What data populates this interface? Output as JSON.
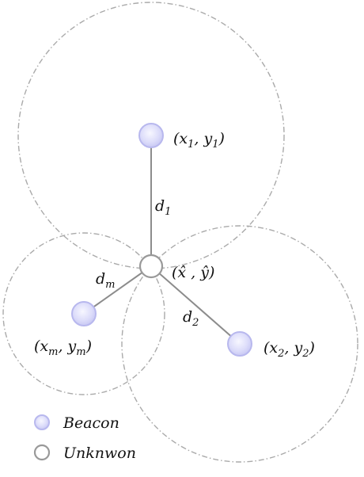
{
  "colors": {
    "beacon_fill": "#d6d6f7",
    "beacon_stroke": "#b8b8ee",
    "unknown_stroke": "#999999",
    "range_circle": "#aaaaaa",
    "link_line": "#8c8c8c"
  },
  "nodes": {
    "unknown": {
      "label": "(x̂ , ŷ)"
    },
    "beacon_1": {
      "label_open": "(x",
      "label_sub_x": "1",
      "label_mid": ", y",
      "label_sub_y": "1",
      "label_close": ")"
    },
    "beacon_2": {
      "label_open": "(x",
      "label_sub_x": "2",
      "label_mid": ", y",
      "label_sub_y": "2",
      "label_close": ")"
    },
    "beacon_m": {
      "label_open": "(x",
      "label_sub_x": "m",
      "label_mid": ", y",
      "label_sub_y": "m",
      "label_close": ")"
    }
  },
  "distances": {
    "d1": {
      "base": "d",
      "sub": "1"
    },
    "d2": {
      "base": "d",
      "sub": "2"
    },
    "dm": {
      "base": "d",
      "sub": "m"
    }
  },
  "legend": [
    {
      "label": "Beacon",
      "marker": "beacon"
    },
    {
      "label": "Unknwon",
      "marker": "unknown"
    }
  ]
}
